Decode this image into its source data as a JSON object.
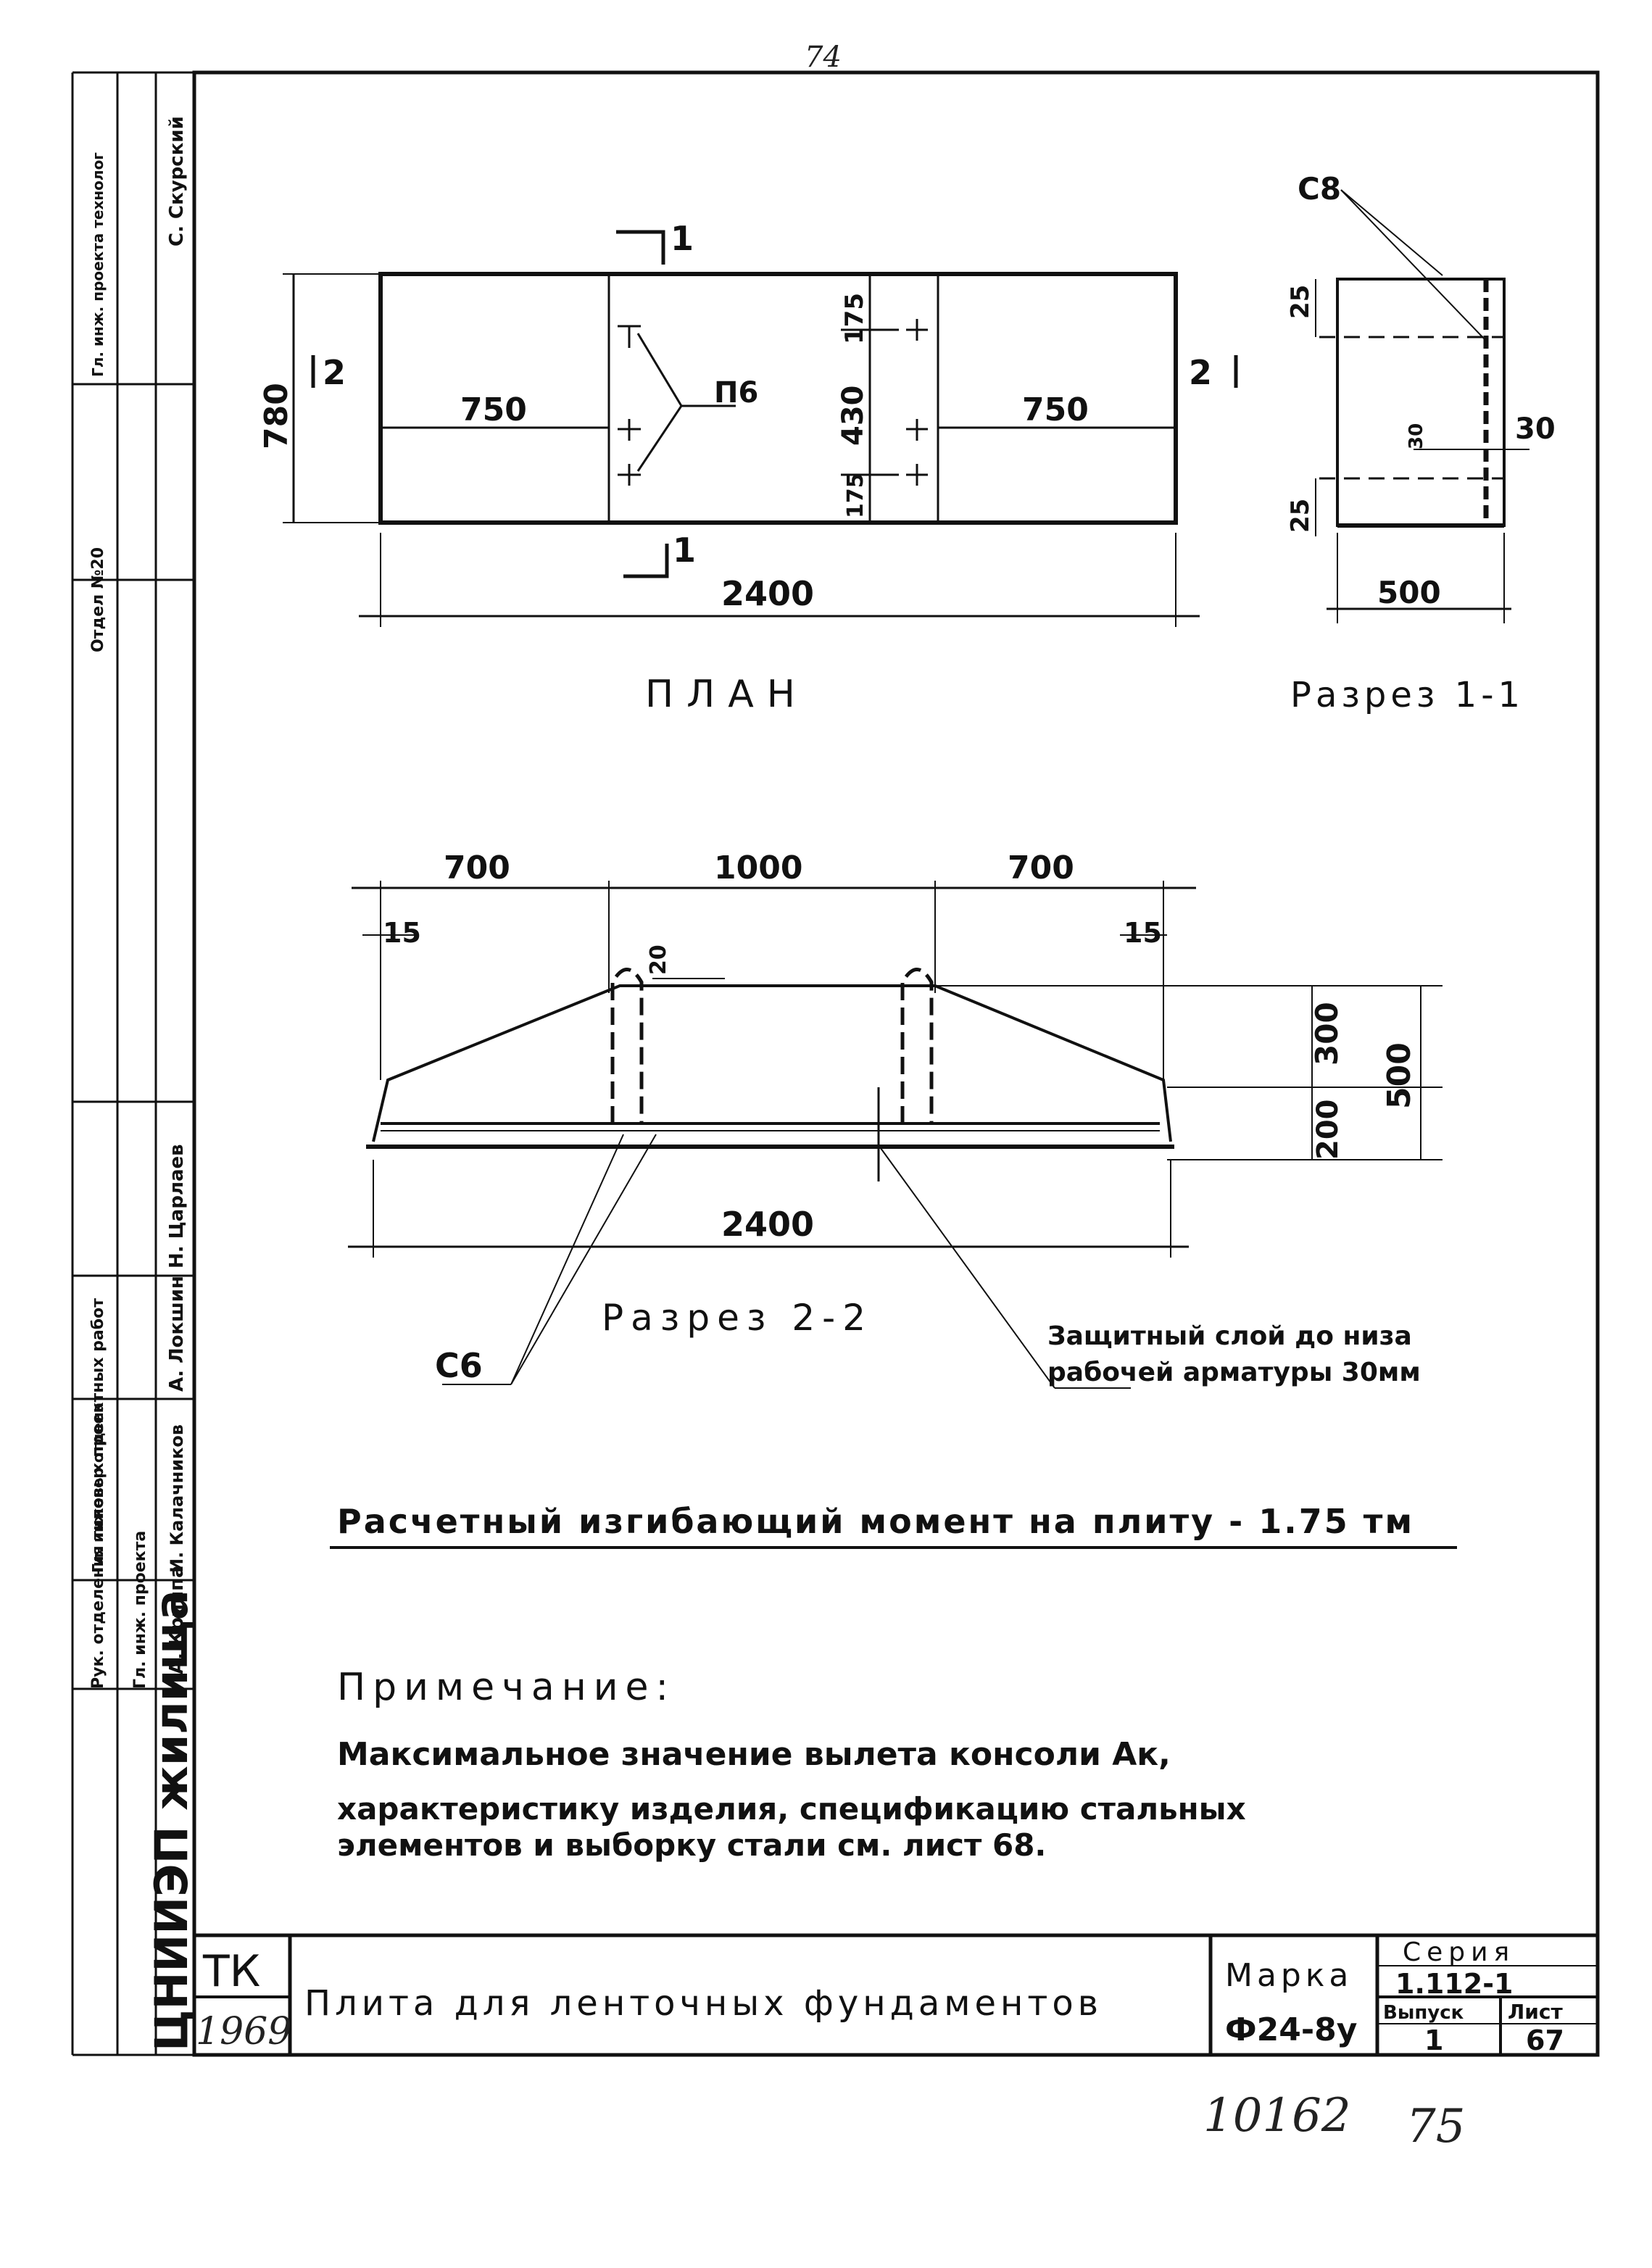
{
  "page_number_top": "74",
  "handwritten_bottom": {
    "number": "10162",
    "page": "75"
  },
  "plan": {
    "caption": "ПЛАН",
    "dims": {
      "left": "750",
      "right": "750",
      "total": "2400",
      "height": "780",
      "top": "175",
      "mid": "430",
      "bottom": "175"
    },
    "section_marks": {
      "s1": "1",
      "s2": "2"
    },
    "rebar_label": "П6"
  },
  "section_1_1": {
    "caption": "Разрез 1-1",
    "label_top": "С8",
    "dims": {
      "top": "25",
      "bottom": "25",
      "cover": "30",
      "small": "30",
      "width": "500"
    }
  },
  "section_2_2": {
    "caption": "Разрез 2-2",
    "dims": {
      "left": "700",
      "mid": "1000",
      "right": "700",
      "edge_left": "15",
      "edge_right": "15",
      "loop": "20",
      "total": "2400",
      "h_top": "300",
      "h_bottom": "200",
      "h_total": "500"
    },
    "mesh_label": "С6",
    "note_line1": "Защитный слой до низа",
    "note_line2": "рабочей арматуры 30мм"
  },
  "moment_text": "Расчетный изгибающий момент на плиту - 1.75 тм",
  "notes": {
    "title": "Примечание:",
    "line1": "Максимальное значение вылета консоли Ак,",
    "line2": "характеристику изделия, спецификацию стальных",
    "line3": "элементов и выборку стали см. лист 68."
  },
  "side_stamp": {
    "org": "ЦНИИЭП жилища",
    "roles": [
      "Рук. отделения типовых проектных работ",
      "Гл. инженер отдела",
      "Гл. инж. проекта",
      "Гл. инж. проекта технолог",
      "Отдел №20"
    ],
    "names": [
      "А. Криппа",
      "А. Локшин",
      "Н. Царлаев",
      "И. Калачников",
      "С. Скурский"
    ]
  },
  "title_block": {
    "code": "ТК",
    "year": "1969",
    "title": "Плита для ленточных фундаментов",
    "marka_label": "Марка",
    "marka_value": "Ф24-8у",
    "series_label": "Серия",
    "series_value": "1.112-1",
    "issue_label": "Выпуск",
    "issue_value": "1",
    "sheet_label": "Лист",
    "sheet_value": "67"
  }
}
